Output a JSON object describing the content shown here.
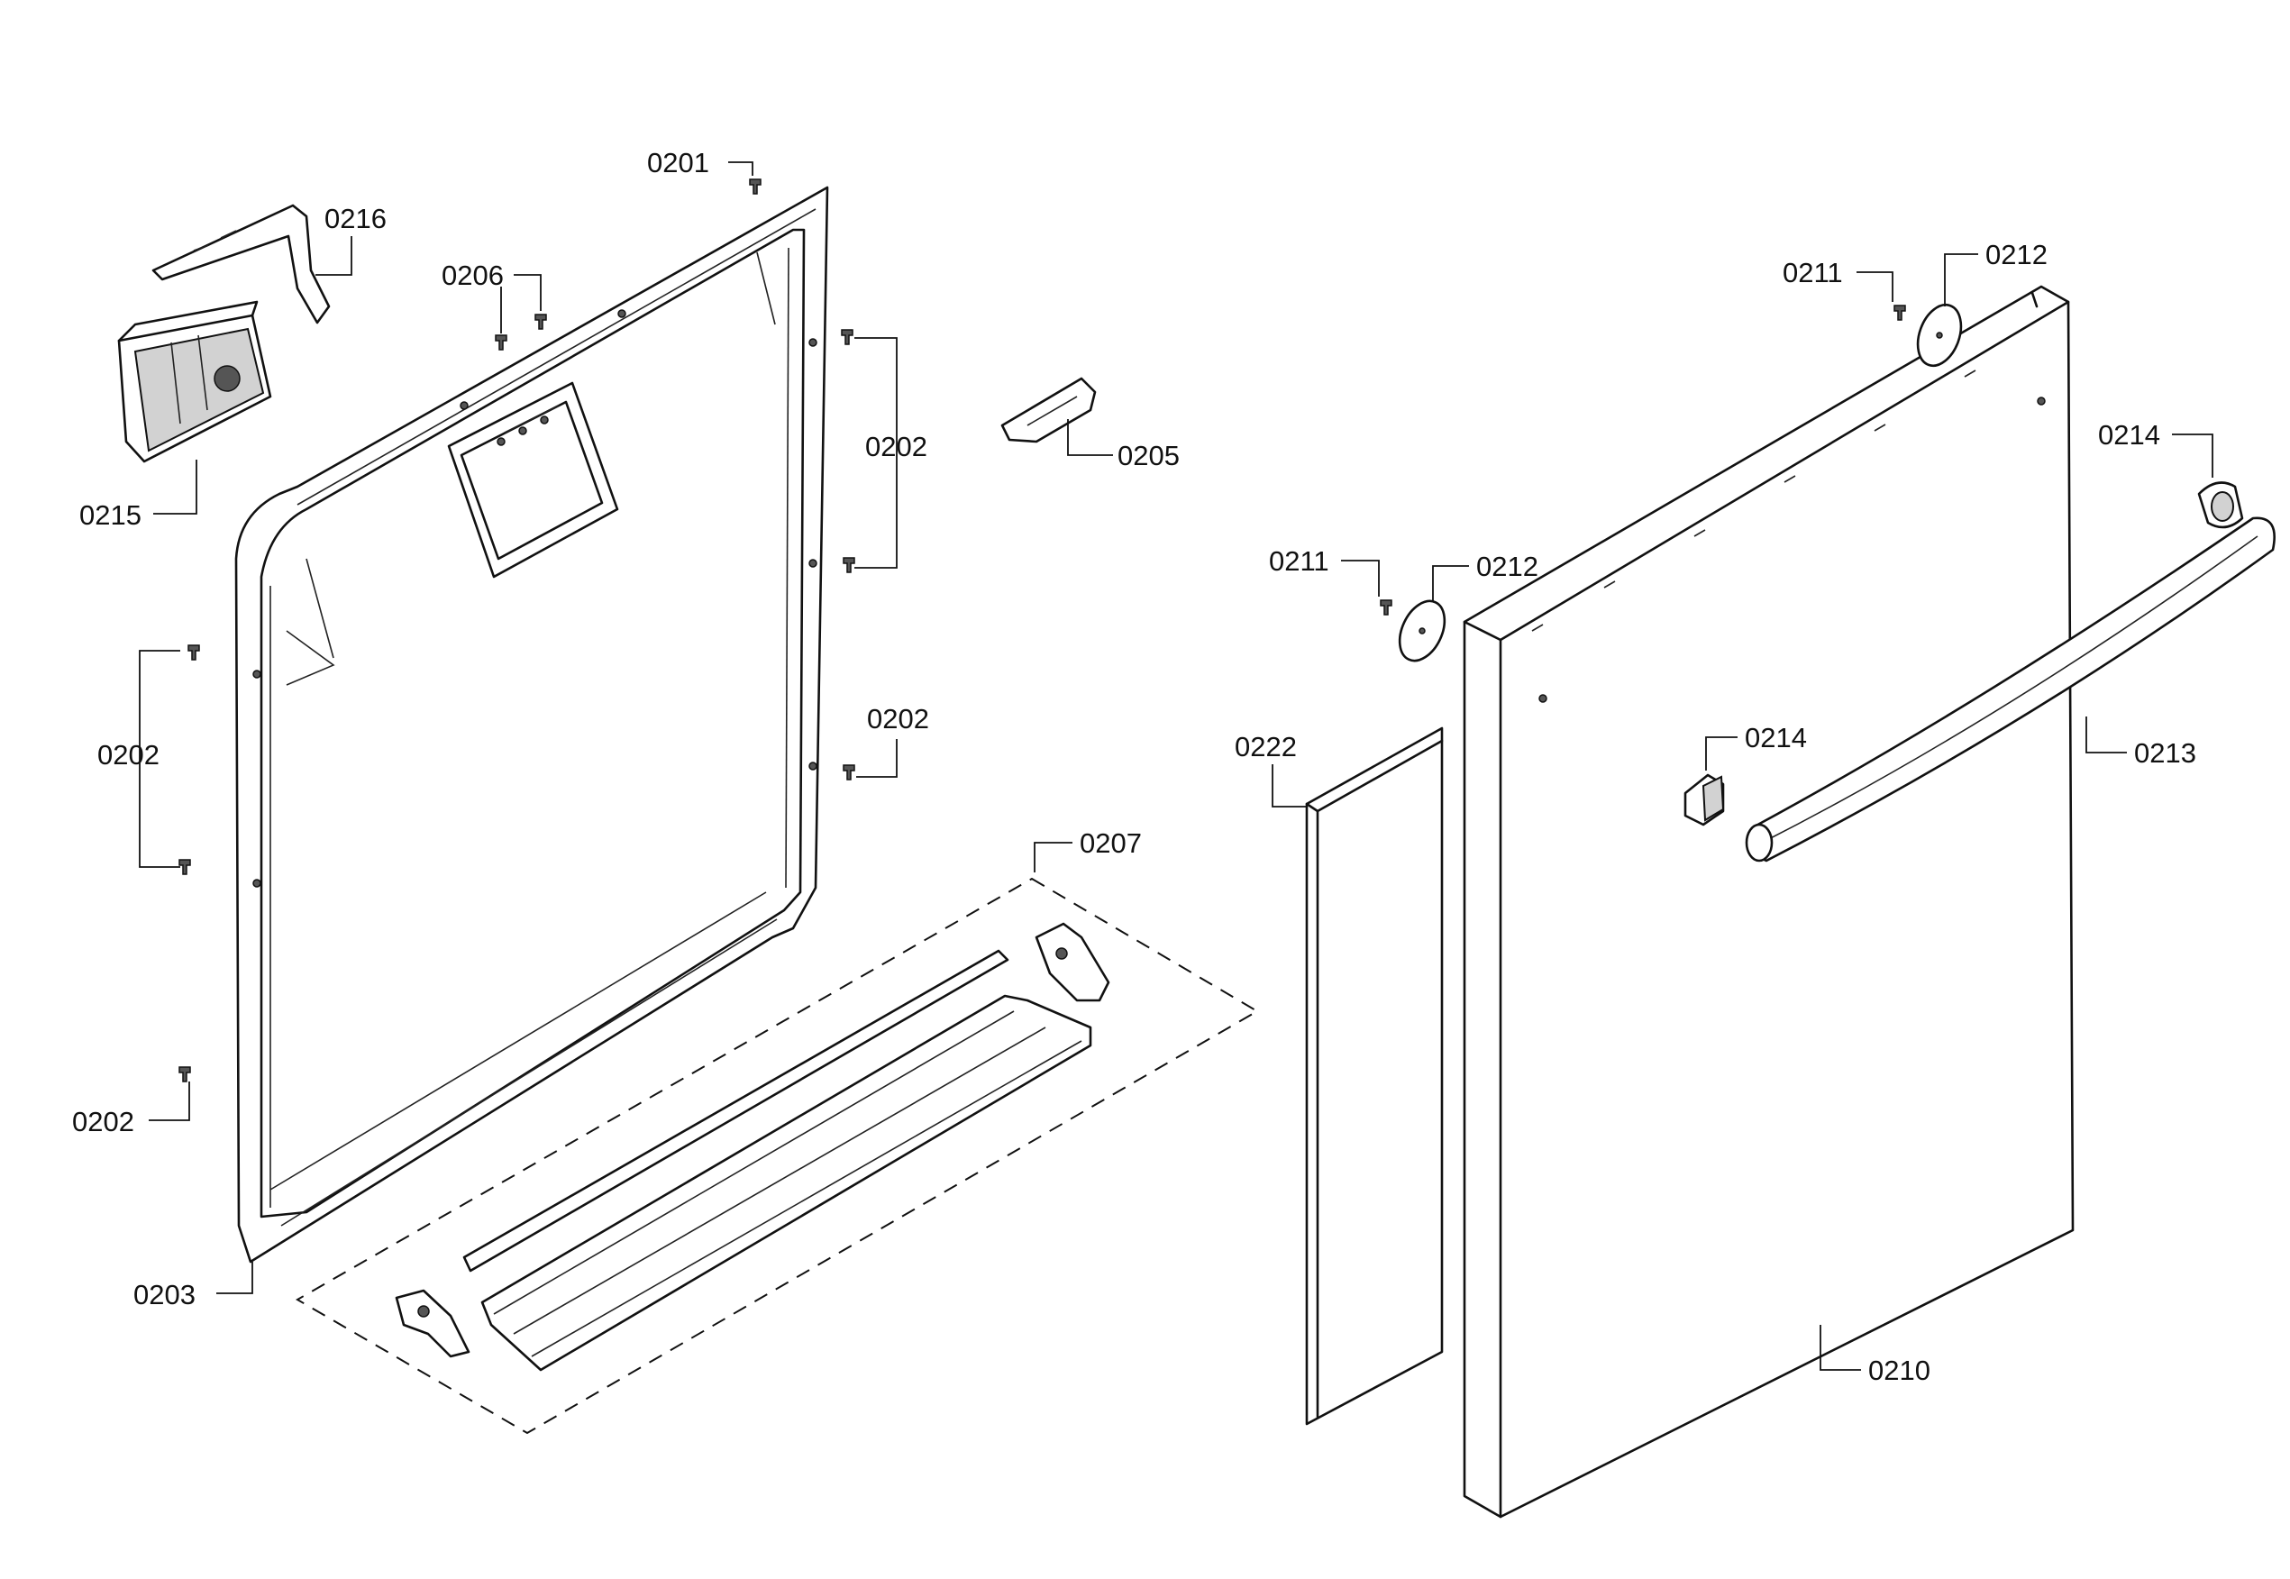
{
  "callouts": {
    "c0201": "0201",
    "c0216": "0216",
    "c0206": "0206",
    "c0202_a": "0202",
    "c0205": "0205",
    "c0215": "0215",
    "c0202_b": "0202",
    "c0202_c": "0202",
    "c0207": "0207",
    "c0202_d": "0202",
    "c0203": "0203",
    "c0211_a": "0211",
    "c0212_a": "0212",
    "c0211_b": "0211",
    "c0212_b": "0212",
    "c0214_a": "0214",
    "c0214_b": "0214",
    "c0213": "0213",
    "c0222": "0222",
    "c0210": "0210"
  }
}
